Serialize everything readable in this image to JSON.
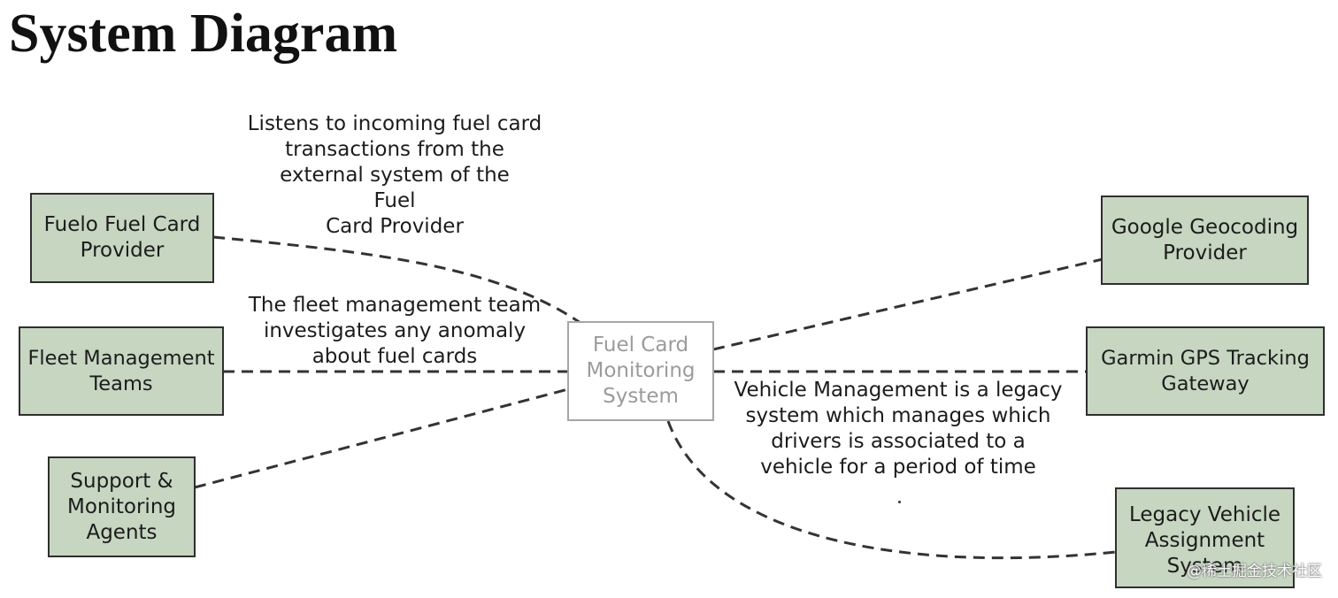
{
  "title": "System Diagram",
  "center_node": "Fuel Card\nMonitoring\nSystem",
  "nodes": {
    "fuelo": "Fuelo Fuel Card\nProvider",
    "fleet": "Fleet Management\nTeams",
    "support": "Support &\nMonitoring\nAgents",
    "google": "Google Geocoding\nProvider",
    "garmin": "Garmin GPS Tracking\nGateway",
    "legacy": "Legacy Vehicle\nAssignment\nSystem"
  },
  "edge_labels": {
    "fuelo": "Listens to incoming fuel card\ntransactions from the\nexternal system of the\nFuel\nCard Provider",
    "fleet": "The fleet management team\ninvestigates any anomaly\nabout fuel cards",
    "legacy": "Vehicle Management is a legacy\nsystem which manages which\ndrivers is associated to a\nvehicle for a period of time"
  },
  "colors": {
    "node_fill": "#c6d6c1",
    "node_border": "#2f2f2f",
    "center_border": "#a6a6a6",
    "center_text": "#9b9b9b",
    "edge": "#333333"
  },
  "watermark": "@稀土掘金技术社区"
}
